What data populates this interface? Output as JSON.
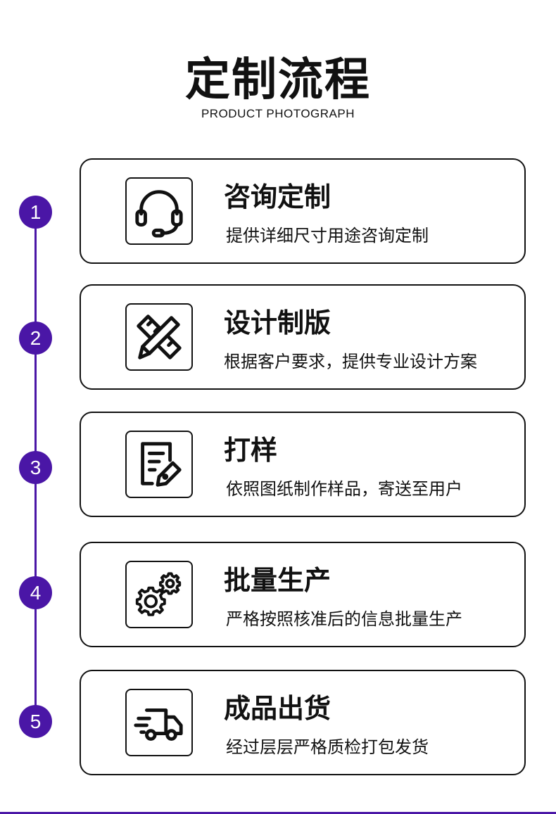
{
  "header": {
    "title": "定制流程",
    "subtitle": "PRODUCT PHOTOGRAPH"
  },
  "colors": {
    "accent": "#4a16a6",
    "text": "#111111",
    "background": "#ffffff"
  },
  "steps": [
    {
      "number": "1",
      "title": "咨询定制",
      "description": "提供详细尺寸用途咨询定制",
      "icon": "headset-icon"
    },
    {
      "number": "2",
      "title": "设计制版",
      "description": "根据客户要求，提供专业设计方案",
      "icon": "pencil-ruler-icon"
    },
    {
      "number": "3",
      "title": "打样",
      "description": "依照图纸制作样品，寄送至用户",
      "icon": "document-edit-icon"
    },
    {
      "number": "4",
      "title": "批量生产",
      "description": "严格按照核准后的信息批量生产",
      "icon": "gears-icon"
    },
    {
      "number": "5",
      "title": "成品出货",
      "description": "经过层层严格质检打包发货",
      "icon": "delivery-truck-icon"
    }
  ]
}
